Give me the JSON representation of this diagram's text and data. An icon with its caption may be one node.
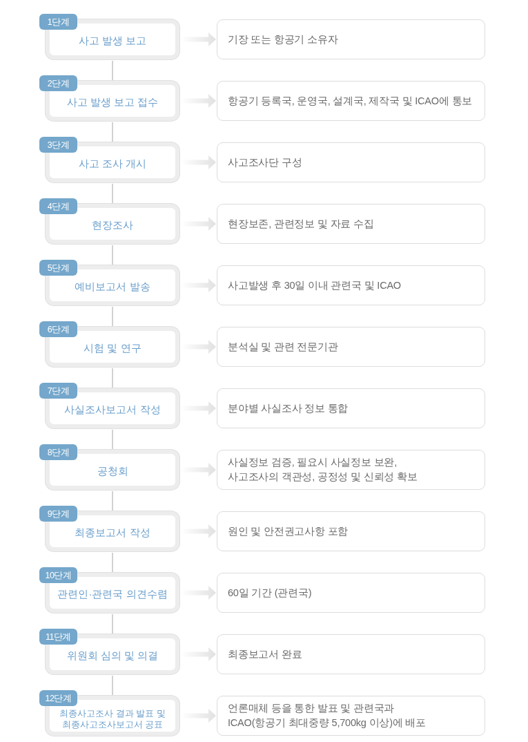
{
  "diagram": {
    "nodes": [
      {
        "text": [
          "1단계",
          "사고 발생 보고"
        ]
      },
      {
        "text": [
          "기장 또는 항공기 소유자"
        ]
      },
      {
        "text": [
          "2단계",
          "사고 발생 보고 접수"
        ]
      },
      {
        "text": [
          "항공기 등록국, 운영국, 설계국, 제작국 및 ICAO에 통보"
        ]
      },
      {
        "text": [
          "3단계",
          "사고 조사 개시"
        ]
      },
      {
        "text": [
          "사고조사단 구성"
        ]
      },
      {
        "text": [
          "4단계",
          "현장조사"
        ]
      },
      {
        "text": [
          "현장보존, 관련정보 및 자료 수집"
        ]
      },
      {
        "text": [
          "5단계",
          "예비보고서 발송"
        ]
      },
      {
        "text": [
          "사고발생 후 30일 이내 관련국 및 ICAO"
        ]
      },
      {
        "text": [
          "6단계",
          "시험 및 연구"
        ]
      },
      {
        "text": [
          "분석실 및 관련 전문기관"
        ]
      },
      {
        "text": [
          "7단계",
          "사실조사보고서 작성"
        ]
      },
      {
        "text": [
          "분야별 사실조사 정보 통합"
        ]
      },
      {
        "text": [
          "8단계",
          "공청회"
        ]
      },
      {
        "text": [
          "사실정보 검증, 필요시 사실정보 보완, 사고조사의 객관성, 공정성 및 신뢰성 확보"
        ]
      },
      {
        "text": [
          "9단계",
          "최종보고서 작성"
        ]
      },
      {
        "text": [
          "원인 및 안전권고사항 포함"
        ]
      },
      {
        "text": [
          "10단계",
          "관련인·관련국 의견수렴"
        ]
      },
      {
        "text": [
          "60일 기간 (관련국)"
        ]
      },
      {
        "text": [
          "11단계",
          "위원회 심의 및 의결"
        ]
      },
      {
        "text": [
          "최종보고서 완료"
        ]
      },
      {
        "text": [
          "12단계",
          "최종사고조사 결과 발표 및 최종사고조사보고서 공표"
        ]
      },
      {
        "text": [
          "언론매체 등을 통한 발표 및 관련국과 ICAO(항공기 최대중량 5,700kg 이상)에 배포"
        ]
      }
    ],
    "edges": [
      {
        "from": 0,
        "to": 1,
        "arrow": "to",
        "style": "thick"
      },
      {
        "from": 0,
        "to": 2,
        "arrow": "none"
      },
      {
        "from": 2,
        "to": 3,
        "arrow": "to",
        "style": "thick"
      },
      {
        "from": 2,
        "to": 4,
        "arrow": "none"
      },
      {
        "from": 4,
        "to": 5,
        "arrow": "to",
        "style": "thick"
      },
      {
        "from": 4,
        "to": 6,
        "arrow": "none"
      },
      {
        "from": 6,
        "to": 7,
        "arrow": "to",
        "style": "thick"
      },
      {
        "from": 6,
        "to": 8,
        "arrow": "none"
      },
      {
        "from": 8,
        "to": 9,
        "arrow": "to",
        "style": "thick"
      },
      {
        "from": 8,
        "to": 10,
        "arrow": "none"
      },
      {
        "from": 10,
        "to": 11,
        "arrow": "to",
        "style": "thick"
      },
      {
        "from": 10,
        "to": 12,
        "arrow": "none"
      },
      {
        "from": 12,
        "to": 13,
        "arrow": "to",
        "style": "thick"
      },
      {
        "from": 12,
        "to": 14,
        "arrow": "none"
      },
      {
        "from": 14,
        "to": 15,
        "arrow": "to",
        "style": "thick"
      },
      {
        "from": 14,
        "to": 16,
        "arrow": "none"
      },
      {
        "from": 16,
        "to": 17,
        "arrow": "to",
        "style": "thick"
      },
      {
        "from": 16,
        "to": 18,
        "arrow": "none"
      },
      {
        "from": 18,
        "to": 19,
        "arrow": "to",
        "style": "thick"
      },
      {
        "from": 18,
        "to": 20,
        "arrow": "none"
      },
      {
        "from": 20,
        "to": 21,
        "arrow": "to",
        "style": "thick"
      },
      {
        "from": 20,
        "to": 22,
        "arrow": "none"
      },
      {
        "from": 22,
        "to": 23,
        "arrow": "to",
        "style": "thick"
      }
    ]
  }
}
